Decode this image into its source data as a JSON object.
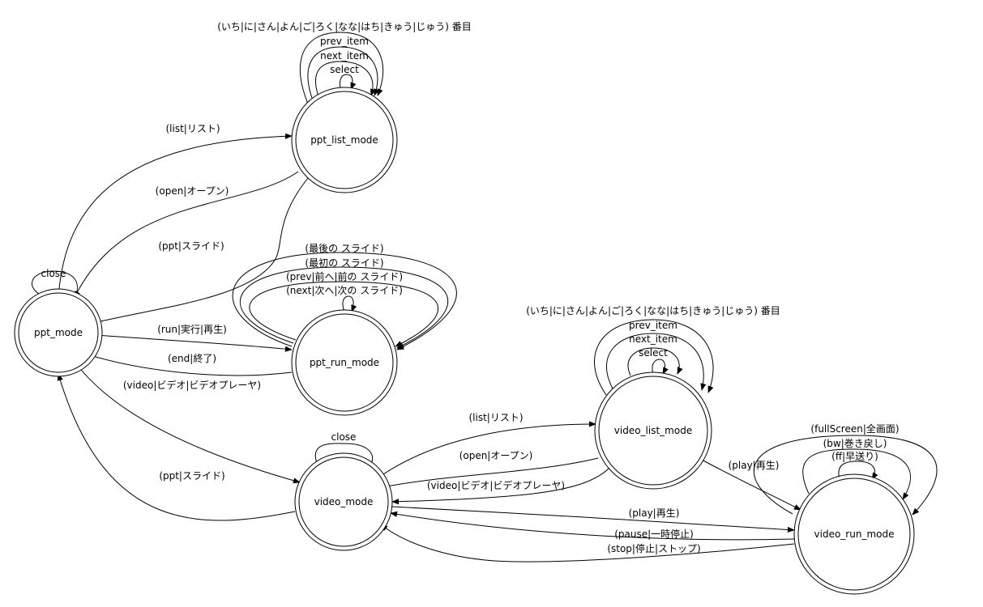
{
  "diagram": {
    "type": "state-machine",
    "nodes": {
      "ppt_list_mode": "ppt_list_mode",
      "ppt_mode": "ppt_mode",
      "ppt_run_mode": "ppt_run_mode",
      "video_mode": "video_mode",
      "video_list_mode": "video_list_mode",
      "video_run_mode": "video_run_mode"
    },
    "edges": {
      "ppt_list_number": "(いち|に|さん|よん|ご|ろく|なな|はち|きゅう|じゅう) 番目",
      "ppt_list_prev": "prev_item",
      "ppt_list_next": "next_item",
      "ppt_list_select": "select",
      "ppt_list_to_list": "(list|リスト)",
      "ppt_list_open": "(open|オープン)",
      "ppt_to_slide": "(ppt|スライド)",
      "ppt_close": "close",
      "ppt_run_last": "(最後の スライド)",
      "ppt_run_first": "(最初の スライド)",
      "ppt_run_prev": "(prev|前へ|前の スライド)",
      "ppt_run_next": "(next|次へ|次の スライド)",
      "ppt_run": "(run|実行|再生)",
      "ppt_end": "(end|終了)",
      "ppt_video": "(video|ビデオ|ビデオプレーヤ)",
      "video_ppt": "(ppt|スライド)",
      "video_close": "close",
      "video_list": "(list|リスト)",
      "video_list_open": "(open|オープン)",
      "video_list_video": "(video|ビデオ|ビデオプレーヤ)",
      "video_list_number": "(いち|に|さん|よん|ご|ろく|なな|はち|きゅう|じゅう) 番目",
      "video_list_prev": "prev_item",
      "video_list_next": "next_item",
      "video_list_select": "select",
      "video_list_play": "(play|再生)",
      "video_play": "(play|再生)",
      "video_pause": "(pause|一時停止)",
      "video_stop": "(stop|停止|ストップ)",
      "video_run_fullscreen": "(fullScreen|全画面)",
      "video_run_bw": "(bw|巻き戻し)",
      "video_run_ff": "(ff|早送り)"
    }
  }
}
